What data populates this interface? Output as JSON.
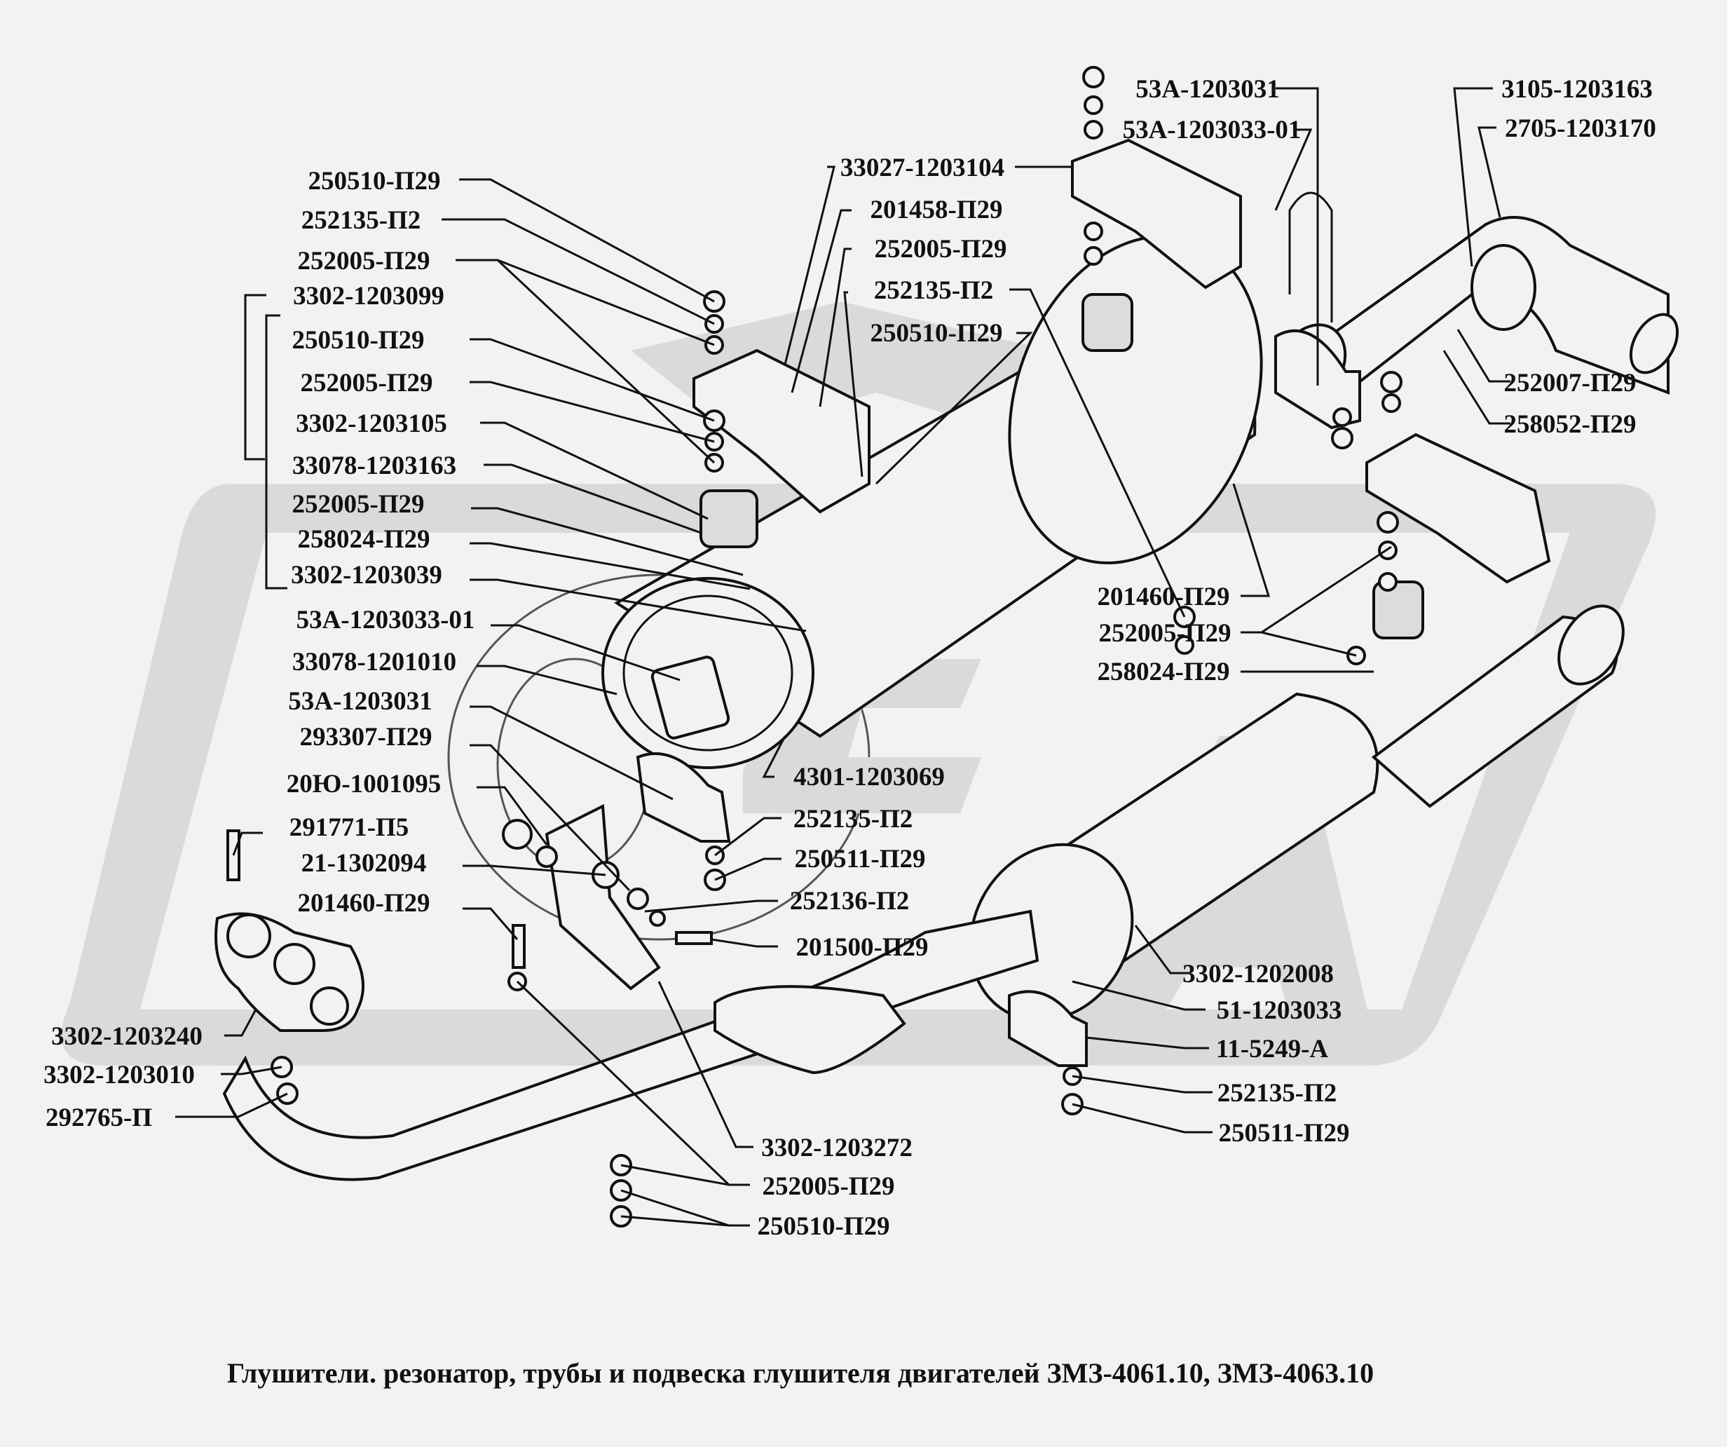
{
  "caption": "Глушители. резонатор, трубы и подвеска глушителя двигателей ЗМЗ-4061.10, ЗМЗ-4063.10",
  "watermark": "ОРЕХ",
  "colors": {
    "background": "#f2f2f0",
    "watermark": "#dadada",
    "ink": "#111111"
  },
  "callouts": {
    "left": [
      "250510-П29",
      "252135-П2",
      "252005-П29",
      "3302-1203099",
      "250510-П29",
      "252005-П29",
      "3302-1203105",
      "33078-1203163",
      "252005-П29",
      "258024-П29",
      "3302-1203039",
      "53А-1203033-01",
      "33078-1201010",
      "53А-1203031",
      "293307-П29",
      "20Ю-1001095",
      "291771-П5",
      "21-1302094",
      "201460-П29"
    ],
    "lower_left": [
      "3302-1203240",
      "3302-1203010",
      "292765-П"
    ],
    "top_center": [
      "33027-1203104",
      "201458-П29",
      "252005-П29",
      "252135-П2",
      "250510-П29"
    ],
    "top_right": [
      "53А-1203031",
      "53А-1203033-01",
      "3105-1203163",
      "2705-1203170",
      "252007-П29",
      "258052-П29"
    ],
    "mid_right": [
      "201460-П29",
      "252005-П29",
      "258024-П29"
    ],
    "center": [
      "4301-1203069",
      "252135-П2",
      "250511-П29",
      "252136-П2",
      "201500-П29"
    ],
    "lower_right": [
      "3302-1202008",
      "51-1203033",
      "11-5249-А",
      "252135-П2",
      "250511-П29"
    ],
    "bottom": [
      "3302-1203272",
      "252005-П29",
      "250510-П29"
    ]
  }
}
